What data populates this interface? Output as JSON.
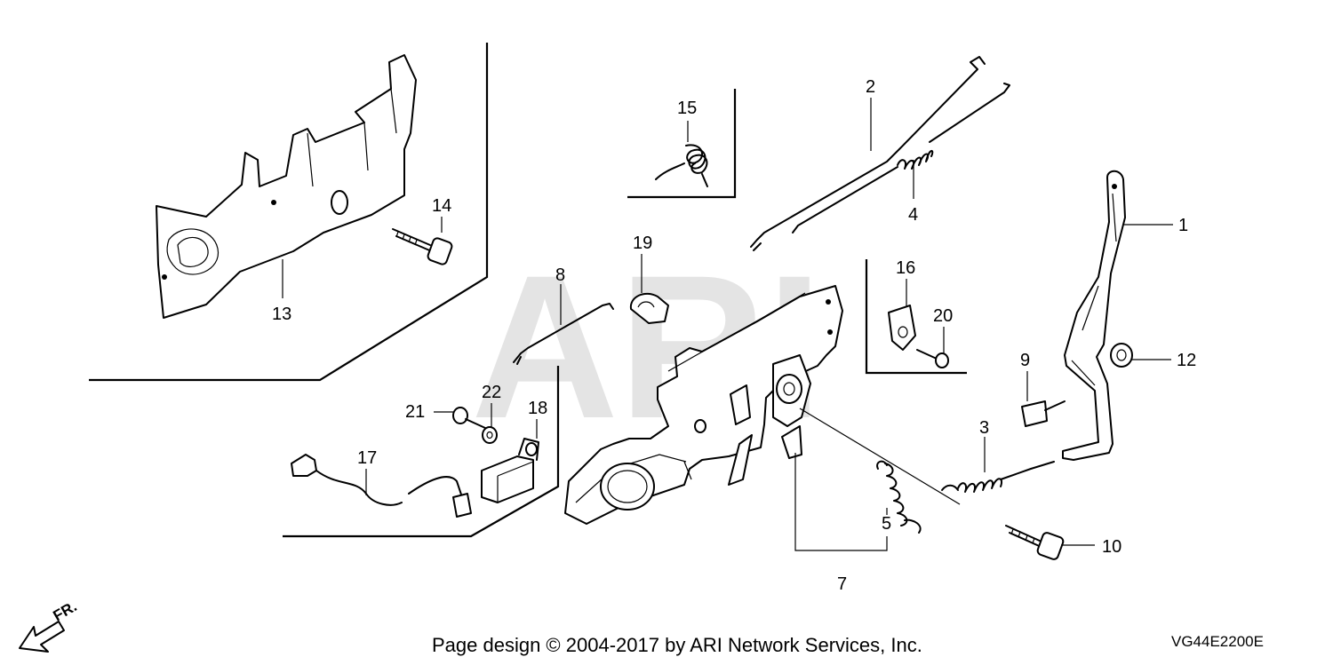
{
  "watermark": "ARI",
  "footer": {
    "copyright": "Page design © 2004-2017 by ARI Network Services, Inc.",
    "diagram_code": "VG44E2200E"
  },
  "direction": {
    "label": "FR."
  },
  "callouts": {
    "c1": "1",
    "c2": "2",
    "c3": "3",
    "c4": "4",
    "c5": "5",
    "c7": "7",
    "c8": "8",
    "c9": "9",
    "c10": "10",
    "c12": "12",
    "c13": "13",
    "c14": "14",
    "c15": "15",
    "c16": "16",
    "c17": "17",
    "c18": "18",
    "c19": "19",
    "c20": "20",
    "c21": "21",
    "c22": "22"
  }
}
